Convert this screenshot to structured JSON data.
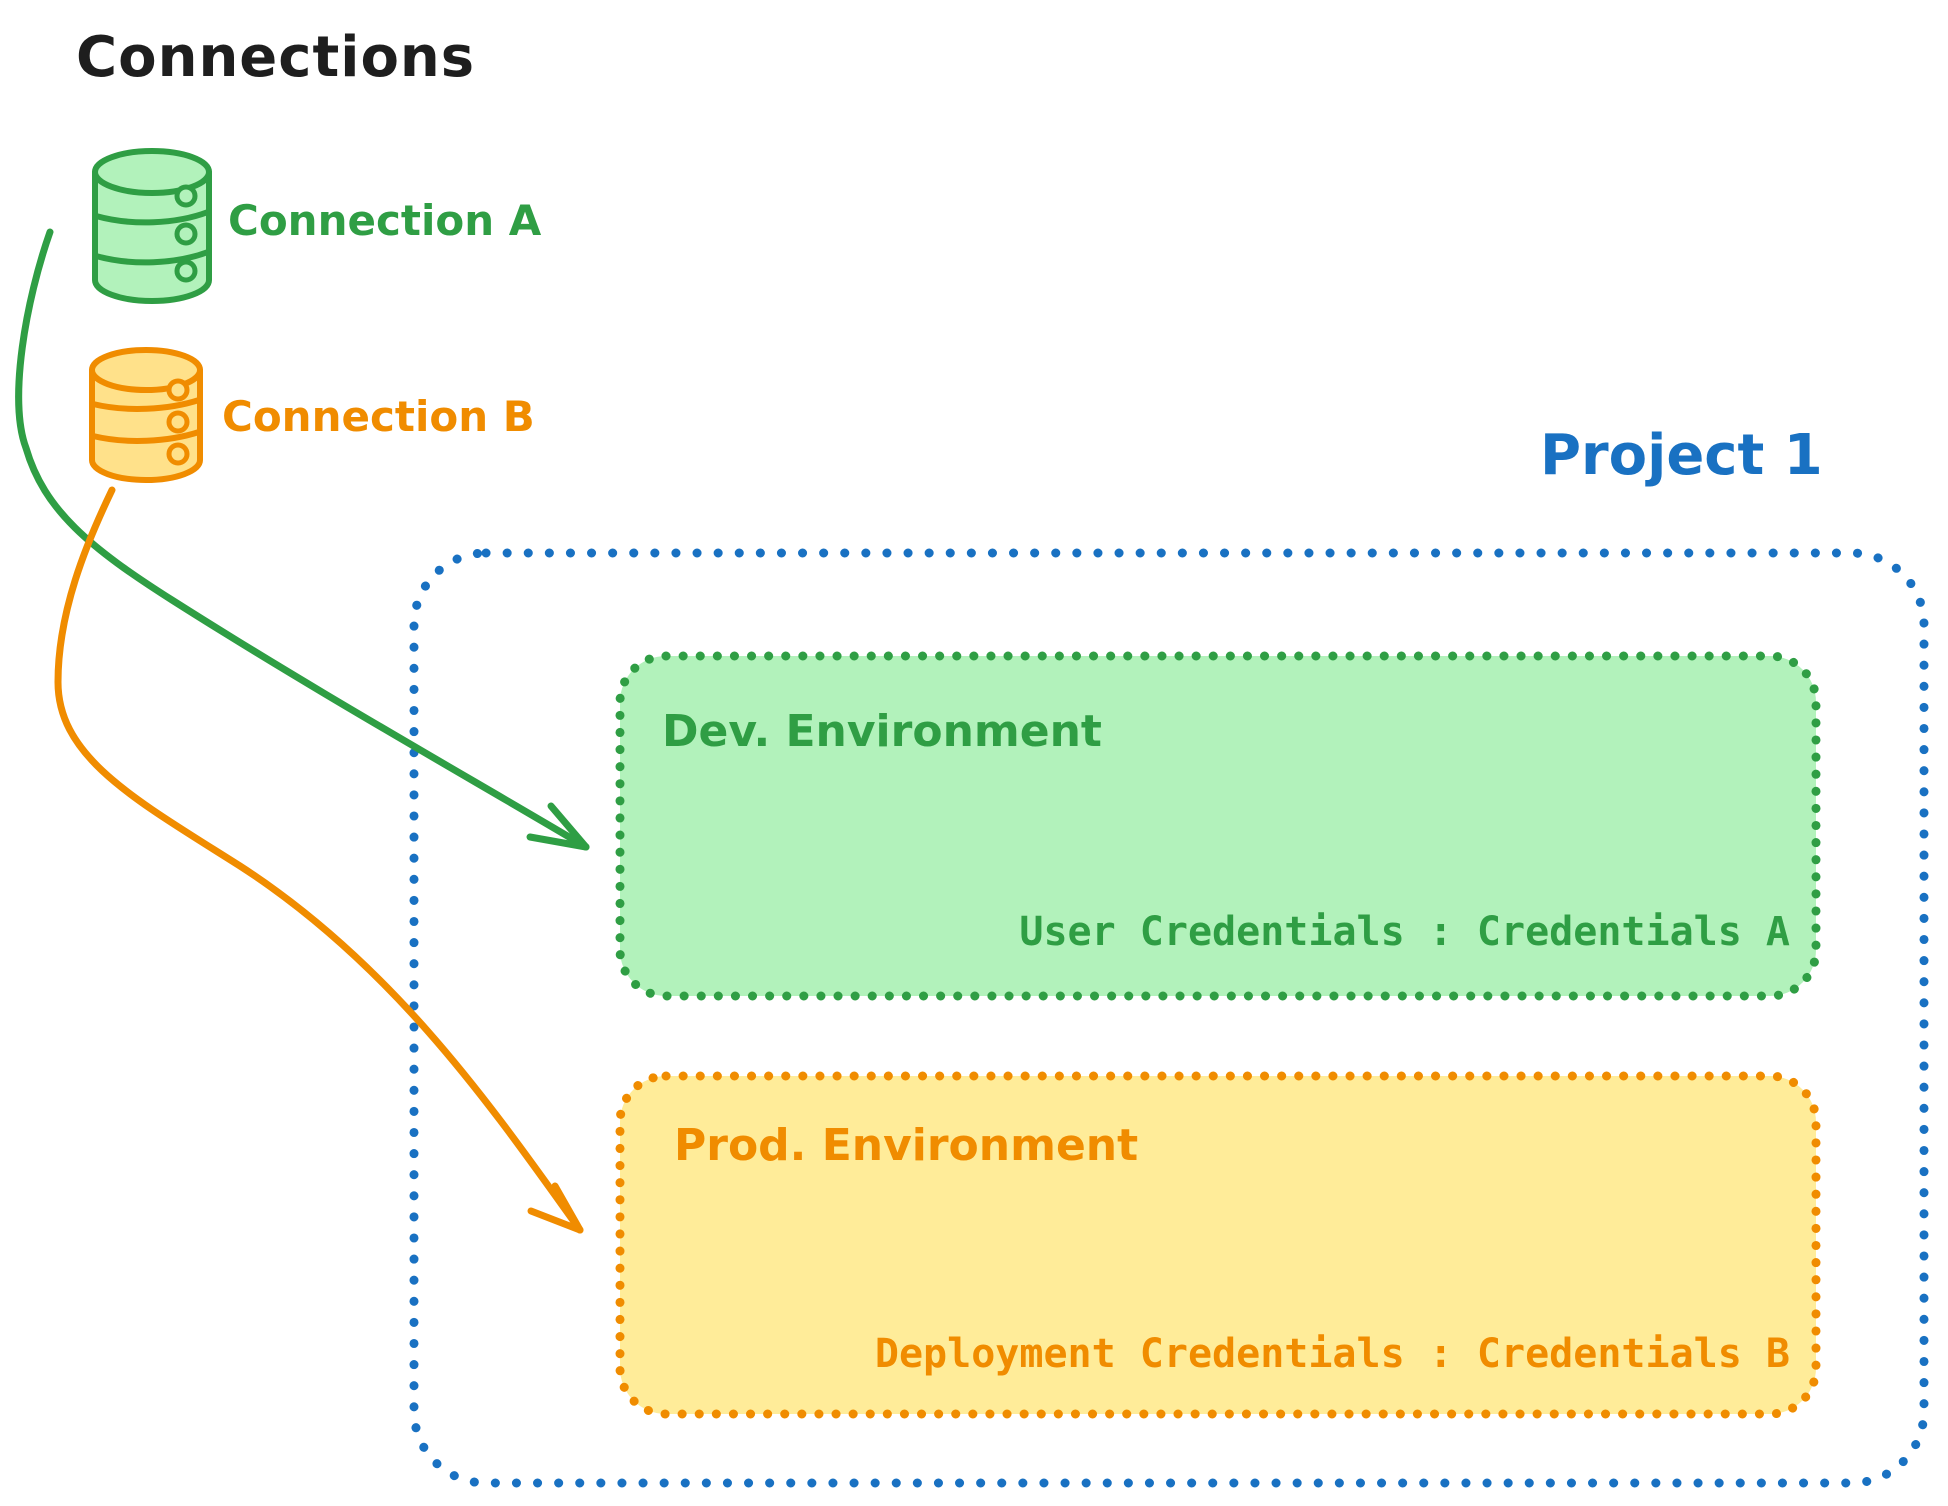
{
  "title": "Connections",
  "palette": {
    "ink_black": "#1e1e1e",
    "green_stroke": "#2f9e44",
    "green_fill": "#b2f2bb",
    "orange_stroke": "#f08c00",
    "orange_fill": "#ffec99",
    "orange_db_fill": "#ffe18a",
    "blue_stroke": "#1971c2"
  },
  "connections": [
    {
      "label": "Connection A",
      "color": "#2f9e44",
      "icon": "database-icon"
    },
    {
      "label": "Connection B",
      "color": "#f08c00",
      "icon": "database-icon"
    }
  ],
  "project": {
    "label": "Project 1",
    "environments": [
      {
        "name": "Dev. Environment",
        "credentials": "User Credentials : Credentials A",
        "linked_connection": "Connection A"
      },
      {
        "name": "Prod. Environment",
        "credentials": "Deployment Credentials : Credentials B",
        "linked_connection": "Connection B"
      }
    ]
  }
}
